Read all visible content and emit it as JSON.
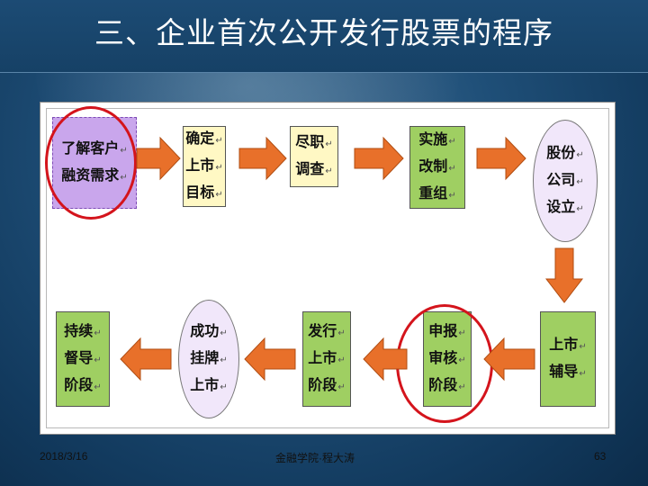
{
  "slide": {
    "title": "三、企业首次公开发行股票的程序"
  },
  "flow": {
    "steps": [
      {
        "id": "step1",
        "lines": [
          "了解客户",
          "融资需求"
        ]
      },
      {
        "id": "step2",
        "lines": [
          "确定",
          "上市",
          "目标"
        ]
      },
      {
        "id": "step3",
        "lines": [
          "尽职",
          "调查"
        ]
      },
      {
        "id": "step4",
        "lines": [
          "实施",
          "改制",
          "重组"
        ]
      },
      {
        "id": "step5",
        "lines": [
          "股份",
          "公司",
          "设立"
        ]
      },
      {
        "id": "step6",
        "lines": [
          "上市",
          "辅导"
        ]
      },
      {
        "id": "step7",
        "lines": [
          "申报",
          "审核",
          "阶段"
        ]
      },
      {
        "id": "step8",
        "lines": [
          "发行",
          "上市",
          "阶段"
        ]
      },
      {
        "id": "step9",
        "lines": [
          "成功",
          "挂牌",
          "上市"
        ]
      },
      {
        "id": "step10",
        "lines": [
          "持续",
          "督导",
          "阶段"
        ]
      }
    ],
    "colors": {
      "arrow": "#e8702a",
      "arrow_edge": "#b04d12",
      "highlight_ring": "#d4141c",
      "purple_box": "#c9a6ec",
      "yellow_box": "#fff8c4",
      "green_box": "#9fcf62",
      "lavender_ellipse": "#f1e7fa"
    }
  },
  "footer": {
    "date": "2018/3/16",
    "author": "金融学院·程大涛",
    "page_number": "63"
  }
}
